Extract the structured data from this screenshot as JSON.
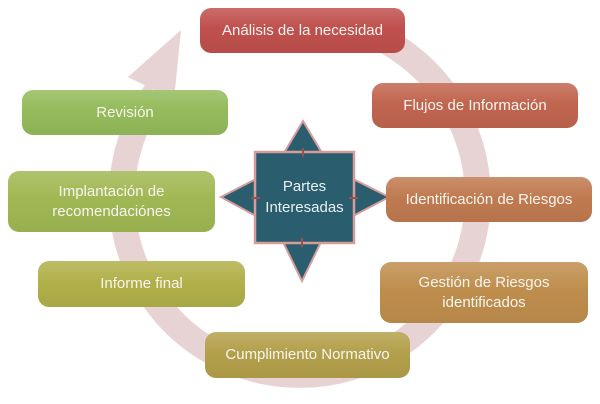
{
  "colors": {
    "background": "#ffffff",
    "band": "#e8d3d4",
    "center_fill": "#2a5e6e",
    "center_border": "#d59c9a",
    "tick": "#9e4f4c"
  },
  "center": {
    "label": "Partes\nInteresadas"
  },
  "nodes": [
    {
      "label": "Análisis de la necesidad",
      "color": "#c0504d"
    },
    {
      "label": "Flujos de Información",
      "color": "#c1654f"
    },
    {
      "label": "Identificación de Riesgos",
      "color": "#c07a50"
    },
    {
      "label": "Gestión de Riesgos identificados",
      "color": "#bf8e4d"
    },
    {
      "label": "Cumplimiento Normativo",
      "color": "#b3a04b"
    },
    {
      "label": "Informe final",
      "color": "#b1b04a"
    },
    {
      "label": "Implantación de recomendaciónes",
      "color": "#a0b853"
    },
    {
      "label": "Revisión",
      "color": "#94bb5b"
    }
  ]
}
